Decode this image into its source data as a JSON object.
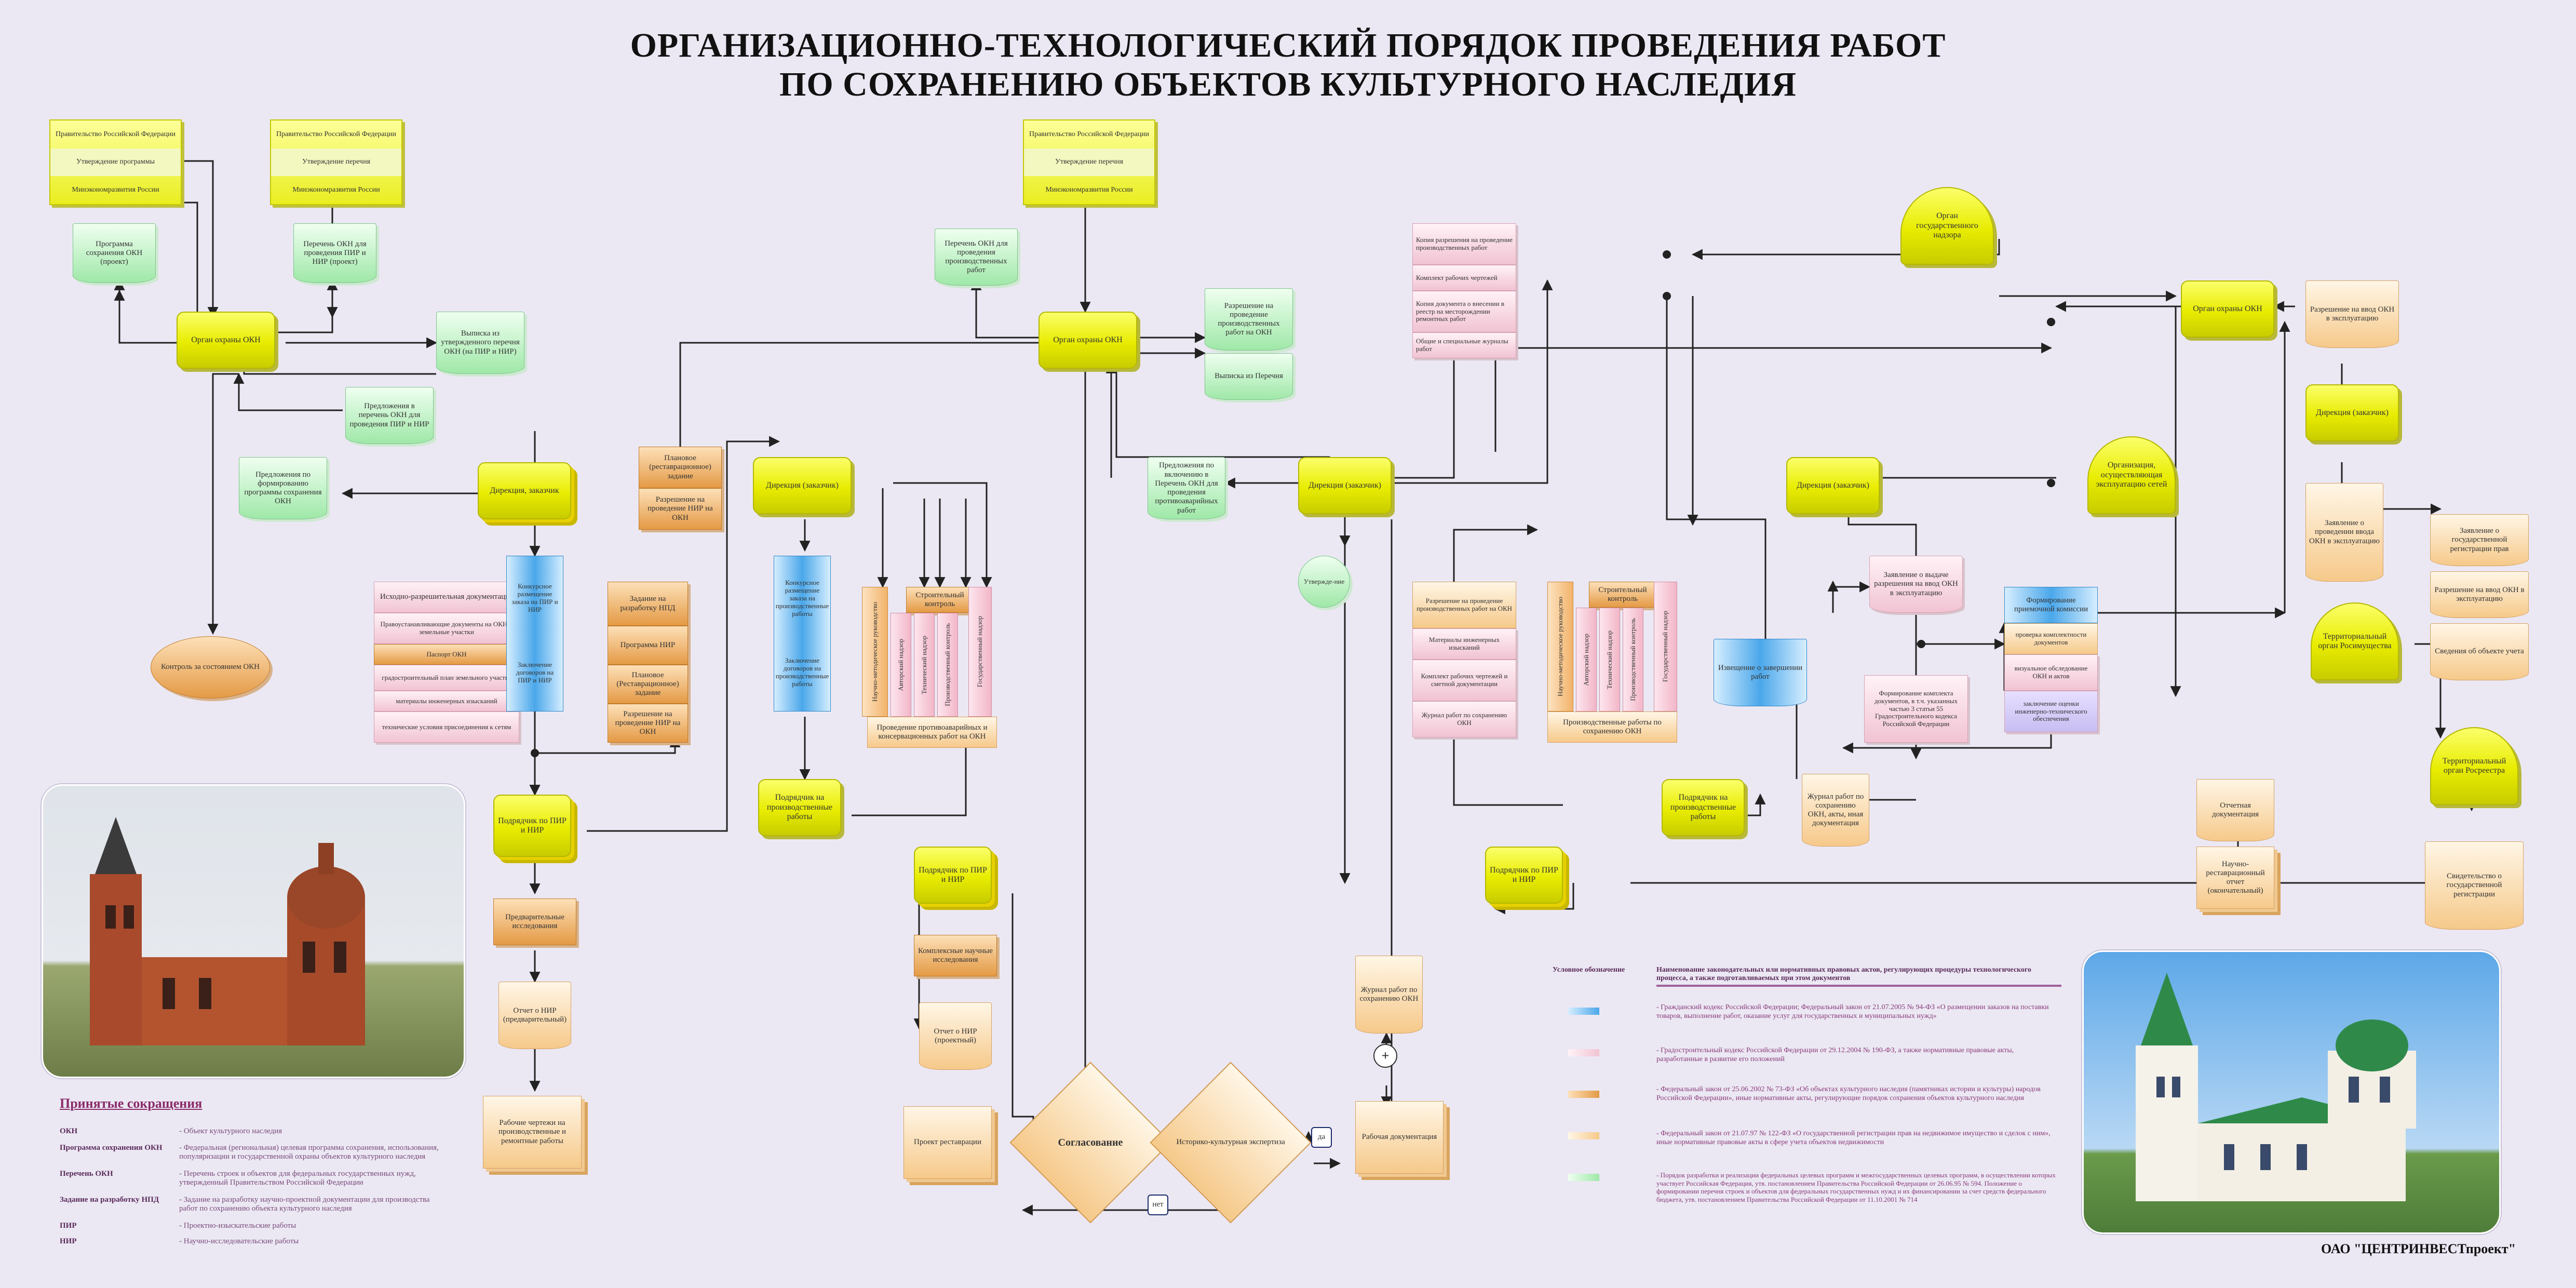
{
  "title": {
    "line1": "ОРГАНИЗАЦИОННО-ТЕХНОЛОГИЧЕСКИЙ ПОРЯДОК ПРОВЕДЕНИЯ РАБОТ",
    "line2": "ПО СОХРАНЕНИЮ ОБЪЕКТОВ КУЛЬТУРНОГО НАСЛЕДИЯ"
  },
  "nodes": {
    "gov1": {
      "a": "Правительство Российской Федерации",
      "b": "Утверждение программы",
      "c": "Минэкономразвития России"
    },
    "gov2": {
      "a": "Правительство Российской Федерации",
      "b": "Утверждение перечня",
      "c": "Минэкономразвития России"
    },
    "gov3": {
      "a": "Правительство Российской Федерации",
      "b": "Утверждение перечня",
      "c": "Минэкономразвития России"
    },
    "prog_okn": "Программа сохранения ОКН (проект)",
    "list_okn": "Перечень ОКН для проведения ПИР и НИР (проект)",
    "organ1": "Орган охраны ОКН",
    "organ2": "Орган охраны ОКН",
    "organ3": "Орган охраны ОКН",
    "vypiska": "Выписка из утвержденного перечня ОКН (на ПИР и НИР)",
    "predl_perechen": "Предложения в перечень ОКН для проведения ПИР и НИР",
    "predl_program": "Предложения по формированию программы сохранения ОКН",
    "kontrol": "Контроль за состоянием ОКН",
    "dir1": "Дирекция, заказчик",
    "dir2": "Дирекция (заказчик)",
    "dir3": "Дирекция (заказчик)",
    "dir4": "Дирекция (заказчик)",
    "dir5": "Дирекция (заказчик)",
    "plan_zad": "Плановое (реставрационное) задание",
    "razr_pir": "Разрешение на проведение НИР на ОКН",
    "ishodno": "Исходно-разрешительная документация",
    "ishodno_items": [
      "Правоустанавливающие документы на ОКН и земельные участки",
      "Паспорт ОКН",
      "градостроительный план земельного участка",
      "материалы инженерных изысканий",
      "технические условия присоединения к сетям"
    ],
    "konkurs1_top": "Конкурсное размещение заказа на ПИР и НИР",
    "konkurs1_bot": "Заключение договоров на ПИР и НИР",
    "zad_razr": "Задание на разработку НПД",
    "programma_nir": "Программа НИР",
    "plan_restav": "Плановое (Реставрационное) задание",
    "razr_nir2": "Разрешение на проведение НИР на ОКН",
    "podr_pir1": "Подрядчик по ПИР и НИР",
    "pred_issled": "Предварительные исследования",
    "otchet1": "Отчет о НИР (предварительный)",
    "rab_cherteji": "Рабочие чертежи на производственные и ремонтные работы",
    "perechen_proizv": "Перечень ОКН для проведения производственных работ",
    "konkurs2_top": "Конкурсное размещение заказа на производственные работы",
    "konkurs2_bot": "Заключение договоров на производственные работы",
    "stroi_kontrol": "Строительный контроль",
    "vert1": [
      "Научно-методическое руководство",
      "Авторский надзор",
      "Технический надзор",
      "Производственный контроль",
      "Государственный надзор"
    ],
    "provedenie1": "Проведение противоаварийных и консервационных работ на ОКН",
    "podr_proizv1": "Подрядчик на производственные работы",
    "podr_pir2": "Подрядчик по ПИР и НИР",
    "kompleks_nauch": "Комплексные научные исследования",
    "otchet2": "Отчет о НИР (проектный)",
    "proekt_restav": "Проект реставрации",
    "soglasovanie": "Согласование",
    "ist_kult": "Историко-культурная экспертиза",
    "da": "да",
    "net": "нет",
    "plus": "+",
    "razr_proizv": "Разрешение на проведение производственных работ на ОКН",
    "vypiska2": "Выписка из Перечня",
    "predl_vkl": "Предложения по включению в Перечень ОКН для проведения противоаварийных работ",
    "utverzhd": "Утвержде-ние",
    "jurnal_rabot": "Журнал работ по сохранению ОКН",
    "rab_doc": "Рабочая документация",
    "kopii": [
      "Копия разрешения на проведение производственных работ",
      "Комплект рабочих чертежей",
      "Копия документа о внесении в реестр на месторождении ремонтных работ",
      "Общие и специальные журналы работ"
    ],
    "razr_cross": "Разрешение на проведение производственных работ на ОКН",
    "materialy_inzh": "Материалы инженерных изысканий",
    "komplekt_rab": "Комплект рабочих чертежей и сметной документации",
    "jurnal_avt": "Журнал работ по сохранению ОКН",
    "stroi_kontrol2": "Строительный контроль",
    "vert2": [
      "Научно-методическое руководство",
      "Авторский надзор",
      "Технический надзор",
      "Производственный контроль",
      "Государственный надзор"
    ],
    "provedenie2": "Производственные работы по сохранению ОКН",
    "podr_proizv2": "Подрядчик на производственные работы",
    "podr_pir3": "Подрядчик по ПИР и НИР",
    "izveshenie": "Извещение о завершении работ",
    "jurnal_po": "Журнал работ по сохранению ОКН, акты, иная документация",
    "zayav_vydacha": "Заявление о выдаче разрешения на ввод ОКН в эксплуатацию",
    "formirovanie": "Формирование комплекта документов, в т.ч. указанных частью 3 статьи 55 Градостроительного кодекса Российской Федерации",
    "form_komissii": "Формирование приемочной комиссии",
    "komissia_items": [
      "проверка комплектности документов",
      "визуальное обследование ОКН и актов",
      "заключение оценки инженерно-технического обеспечения"
    ],
    "organ_gos": "Орган государственного надзора",
    "organizacia": "Организация, осуществляющая эксплуатацию сетей",
    "razr_vvod": "Разрешение на ввод ОКН в эксплуатацию",
    "zayav_vvod": "Заявление о проведении ввода ОКН в эксплуатацию",
    "zayav_gos": "Заявление о государственной регистрации прав",
    "razr_vvod2": "Разрешение на ввод ОКН в эксплуатацию",
    "svedenia": "Сведения об объекте учета",
    "territ1": "Территориальный орган Росимущества",
    "territ2": "Территориальный орган Росреестра",
    "svidetelstvo": "Свидетельство о государственной регистрации",
    "otchet_doc": "Отчетная документация",
    "nauchno_otch": "Научно-реставрационный отчет (окончательный)"
  },
  "abbr": {
    "heading": "Принятые сокращения",
    "rows": [
      {
        "k": "ОКН",
        "v": "- Объект культурного наследия"
      },
      {
        "k": "Программа сохранения ОКН",
        "v": "- Федеральная (региональная) целевая программа сохранения, использования, популяризации и государственной охраны объектов культурного наследия"
      },
      {
        "k": "Перечень ОКН",
        "v": "- Перечень строек и объектов для федеральных государственных нужд, утвержденный Правительством Российской Федерации"
      },
      {
        "k": "Задание на разработку НПД",
        "v": "- Задание на разработку научно-проектной документации для производства работ по сохранению объекта культурного наследия"
      },
      {
        "k": "ПИР",
        "v": "- Проектно-изыскательские работы"
      },
      {
        "k": "НИР",
        "v": "- Научно-исследовательские работы"
      }
    ]
  },
  "legend": {
    "h1": "Условное обозначение",
    "h2": "Наименование законодательных или нормативных правовых актов, регулирующих процедуры технологического процесса, а также подготавливаемых при этом документов",
    "rows": [
      {
        "color": "#4aa7ea",
        "text": "- Гражданский кодекс Российской Федерации; Федеральный закон от 21.07.2005 № 94-ФЗ «О размещении заказов на поставки товаров, выполнение работ, оказание услуг для государственных и муниципальных нужд»"
      },
      {
        "color": "#f1c3d3",
        "text": "- Градостроительный кодекс Российской Федерации от 29.12.2004 № 190-ФЗ, а также нормативные правовые акты, разработанные в развитие его положений"
      },
      {
        "color": "#e49a45",
        "text": "- Федеральный закон от 25.06.2002 № 73-ФЗ «Об объектах культурного наследия (памятниках истории и культуры) народов Российской Федерации», иные нормативные акты, регулирующие порядок сохранения объектов культурного наследия"
      },
      {
        "color": "#f6c98a",
        "text": "- Федеральный закон от 21.07.97 № 122-ФЗ «О государственной регистрации прав на недвижимое имущество и сделок с ним», иные нормативные правовые акты в сфере учета объектов недвижимости"
      },
      {
        "color": "#9fe8a8",
        "text": "- Порядок разработки и реализации федеральных целевых программ и межгосударственных целевых программ, в осуществлении которых участвует Российская Федерация, утв. постановлением Правительства Российской Федерации от 26.06.95 № 594. Положение о формировании перечня строек и объектов для федеральных государственных нужд и их финансировании за счет средств федерального бюджета, утв. постановлением Правительства Российской Федерации от 11.10.2001 № 714"
      }
    ]
  },
  "footer": "ОАО \"ЦЕНТРИНВЕСТпроект\"",
  "colors": {
    "background": "#ebe8f3",
    "yellow": "#e8ec00",
    "green": "#9fe8a8",
    "orange": "#e49a45",
    "pink": "#f1c3d3",
    "blue": "#4aa7ea",
    "abbr": "#5a2a5a"
  }
}
